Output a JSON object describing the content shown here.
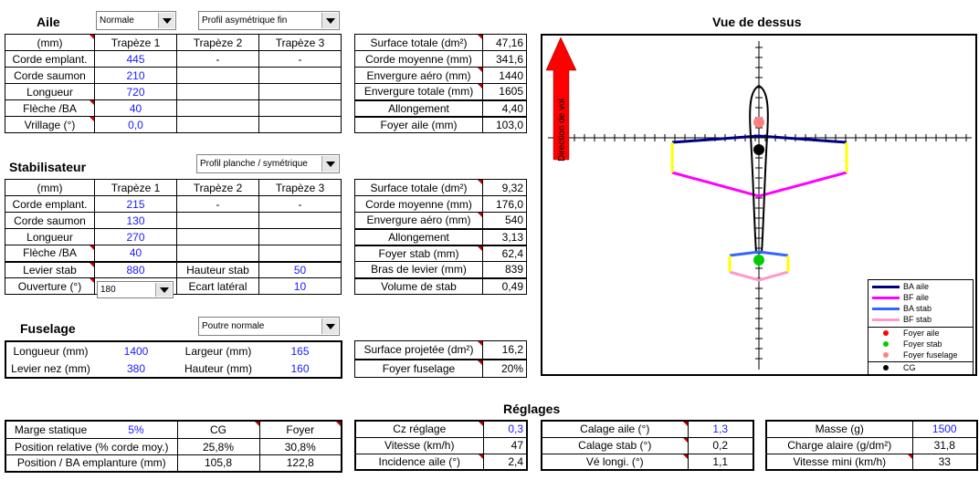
{
  "aile": {
    "title": "Aile",
    "mode_select": "Normale",
    "profile_select": "Profil asymétrique fin",
    "headers": [
      "(mm)",
      "Trapèze 1",
      "Trapèze 2",
      "Trapèze 3"
    ],
    "rows": [
      {
        "label": "Corde emplant.",
        "t1": "445",
        "t2": "-",
        "t3": "-"
      },
      {
        "label": "Corde saumon",
        "t1": "210",
        "t2": "",
        "t3": ""
      },
      {
        "label": "Longueur",
        "t1": "720",
        "t2": "",
        "t3": ""
      },
      {
        "label": "Flèche /BA",
        "t1": "40",
        "t2": "",
        "t3": ""
      },
      {
        "label": "Vrillage (°)",
        "t1": "0,0",
        "t2": "",
        "t3": ""
      }
    ],
    "results": [
      {
        "label": "Surface totale (dm²)",
        "value": "47,16"
      },
      {
        "label": "Corde moyenne (mm)",
        "value": "341,6"
      },
      {
        "label": "Envergure aéro (mm)",
        "value": "1440"
      },
      {
        "label": "Envergure totale (mm)",
        "value": "1605"
      },
      {
        "label": "Allongement",
        "value": "4,40"
      },
      {
        "label": "Foyer aile (mm)",
        "value": "103,0"
      }
    ]
  },
  "stab": {
    "title": "Stabilisateur",
    "profile_select": "Profil planche / symétrique",
    "headers": [
      "(mm)",
      "Trapèze 1",
      "Trapèze 2",
      "Trapèze 3"
    ],
    "rows": [
      {
        "label": "Corde emplant.",
        "t1": "215",
        "t2": "-",
        "t3": "-"
      },
      {
        "label": "Corde saumon",
        "t1": "130",
        "t2": "",
        "t3": ""
      },
      {
        "label": "Longueur",
        "t1": "270",
        "t2": "",
        "t3": ""
      },
      {
        "label": "Flèche /BA",
        "t1": "40",
        "t2": "",
        "t3": ""
      }
    ],
    "levier_label": "Levier stab",
    "levier_value": "880",
    "hauteur_label": "Hauteur stab",
    "hauteur_value": "50",
    "ouverture_label": "Ouverture (°)",
    "ouverture_select": "180",
    "ecart_label": "Ecart latéral",
    "ecart_value": "10",
    "results": [
      {
        "label": "Surface totale (dm²)",
        "value": "9,32"
      },
      {
        "label": "Corde moyenne (mm)",
        "value": "176,0"
      },
      {
        "label": "Envergure aéro (mm)",
        "value": "540"
      },
      {
        "label": "Allongement",
        "value": "3,13"
      },
      {
        "label": "Foyer stab (mm)",
        "value": "62,4"
      },
      {
        "label": "Bras de levier (mm)",
        "value": "839"
      },
      {
        "label": "Volume de stab",
        "value": "0,49"
      }
    ]
  },
  "fuselage": {
    "title": "Fuselage",
    "type_select": "Poutre normale",
    "longueur_label": "Longueur (mm)",
    "longueur_value": "1400",
    "largeur_label": "Largeur (mm)",
    "largeur_value": "165",
    "levier_nez_label": "Levier nez (mm)",
    "levier_nez_value": "380",
    "hauteur_label": "Hauteur (mm)",
    "hauteur_value": "160",
    "results": [
      {
        "label": "Surface projetée (dm²)",
        "value": "16,2"
      },
      {
        "label": "Foyer fuselage",
        "value": "20%"
      }
    ]
  },
  "vue": {
    "title": "Vue de dessus",
    "arrow_label": "Direction de vol",
    "legend": [
      {
        "label": "BA aile",
        "color": "#000080",
        "kind": "line"
      },
      {
        "label": "BF aile",
        "color": "#ff00ff",
        "kind": "line"
      },
      {
        "label": "BA stab",
        "color": "#3366ff",
        "kind": "line"
      },
      {
        "label": "BF stab",
        "color": "#ff99cc",
        "kind": "line"
      },
      {
        "label": "Foyer aile",
        "color": "#ff0000",
        "kind": "dot"
      },
      {
        "label": "Foyer stab",
        "color": "#00cc00",
        "kind": "dot"
      },
      {
        "label": "Foyer fuselage",
        "color": "#ff8080",
        "kind": "dot"
      },
      {
        "label": "CG",
        "color": "#000000",
        "kind": "dot"
      }
    ]
  },
  "reglages": {
    "title": "Réglages",
    "marge": {
      "label": "Marge statique",
      "value": "5%",
      "h_cg": "CG",
      "h_foyer": "Foyer"
    },
    "position_rows": [
      {
        "label": "Position relative (% corde moy.)",
        "cg": "25,8%",
        "foyer": "30,8%"
      },
      {
        "label": "Position / BA emplanture (mm)",
        "cg": "105,8",
        "foyer": "122,8"
      }
    ],
    "vol": [
      {
        "label": "Cz réglage",
        "value": "0,3"
      },
      {
        "label": "Vitesse  (km/h)",
        "value": "47"
      },
      {
        "label": "Incidence aile (°)",
        "value": "2,4"
      }
    ],
    "calage": [
      {
        "label": "Calage aile (°)",
        "value": "1,3"
      },
      {
        "label": "Calage stab (°)",
        "value": "0,2"
      },
      {
        "label": "Vé longi. (°)",
        "value": "1,1"
      }
    ],
    "masse": [
      {
        "label": "Masse (g)",
        "value": "1500"
      },
      {
        "label": "Charge alaire (g/dm²)",
        "value": "31,8"
      },
      {
        "label": "Vitesse mini (km/h)",
        "value": "33"
      }
    ]
  }
}
